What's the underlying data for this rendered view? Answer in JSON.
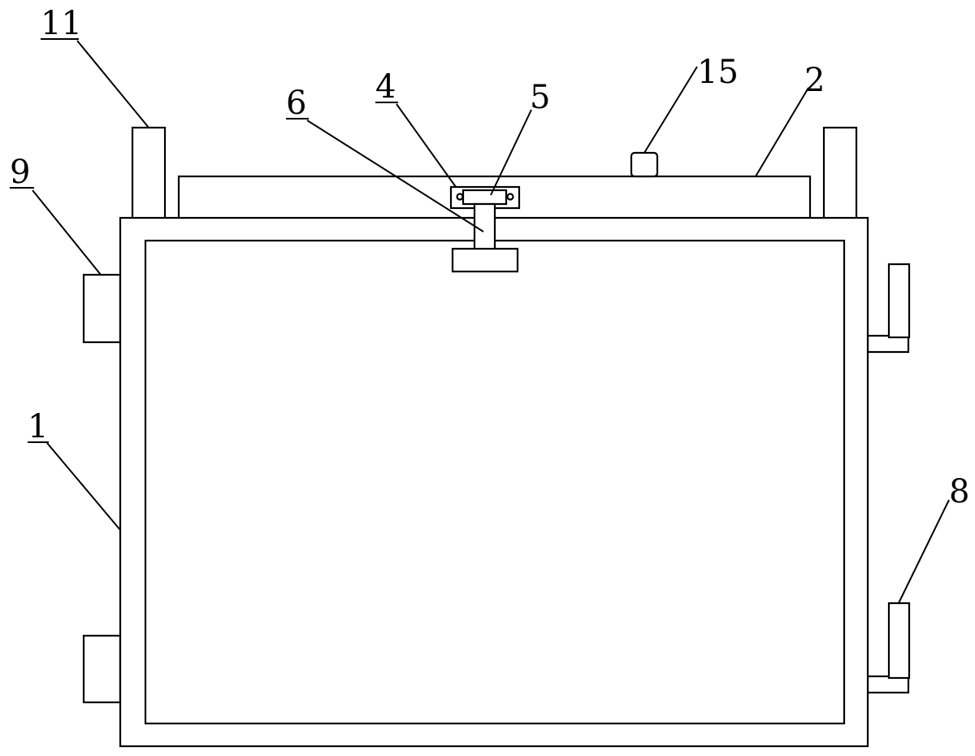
{
  "labels": {
    "label_11": "11",
    "label_9": "9",
    "label_1": "1",
    "label_6": "6",
    "label_4": "4",
    "label_5": "5",
    "label_15": "15",
    "label_2": "2",
    "label_8": "8"
  },
  "colors": {
    "line": "#000000",
    "background": "#ffffff"
  }
}
